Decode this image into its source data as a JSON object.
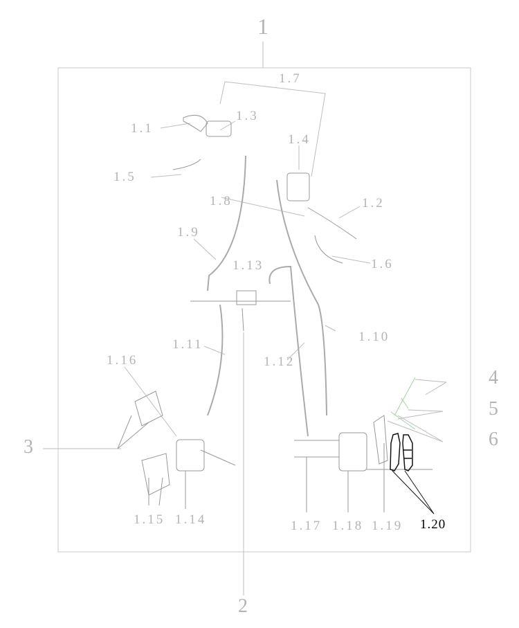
{
  "diagram": {
    "assembly_label": "1",
    "parts": {
      "p1_1": "1.1",
      "p1_2": "1.2",
      "p1_3": "1.3",
      "p1_4": "1.4",
      "p1_5": "1.5",
      "p1_6": "1.6",
      "p1_7": "1.7",
      "p1_8": "1.8",
      "p1_9": "1.9",
      "p1_10": "1.10",
      "p1_11": "1.11",
      "p1_12": "1.12",
      "p1_13": "1.13",
      "p1_14": "1.14",
      "p1_15": "1.15",
      "p1_16": "1.16",
      "p1_17": "1.17",
      "p1_18": "1.18",
      "p1_19": "1.19",
      "p1_20": "1.20"
    },
    "others": {
      "p2": "2",
      "p3": "3",
      "p4": "4",
      "p5": "5",
      "p6": "6"
    },
    "highlighted_part": "1.20",
    "colors": {
      "label": "#b4b4b4",
      "highlight": "#000000",
      "accent_line": "#9fd49f"
    }
  }
}
